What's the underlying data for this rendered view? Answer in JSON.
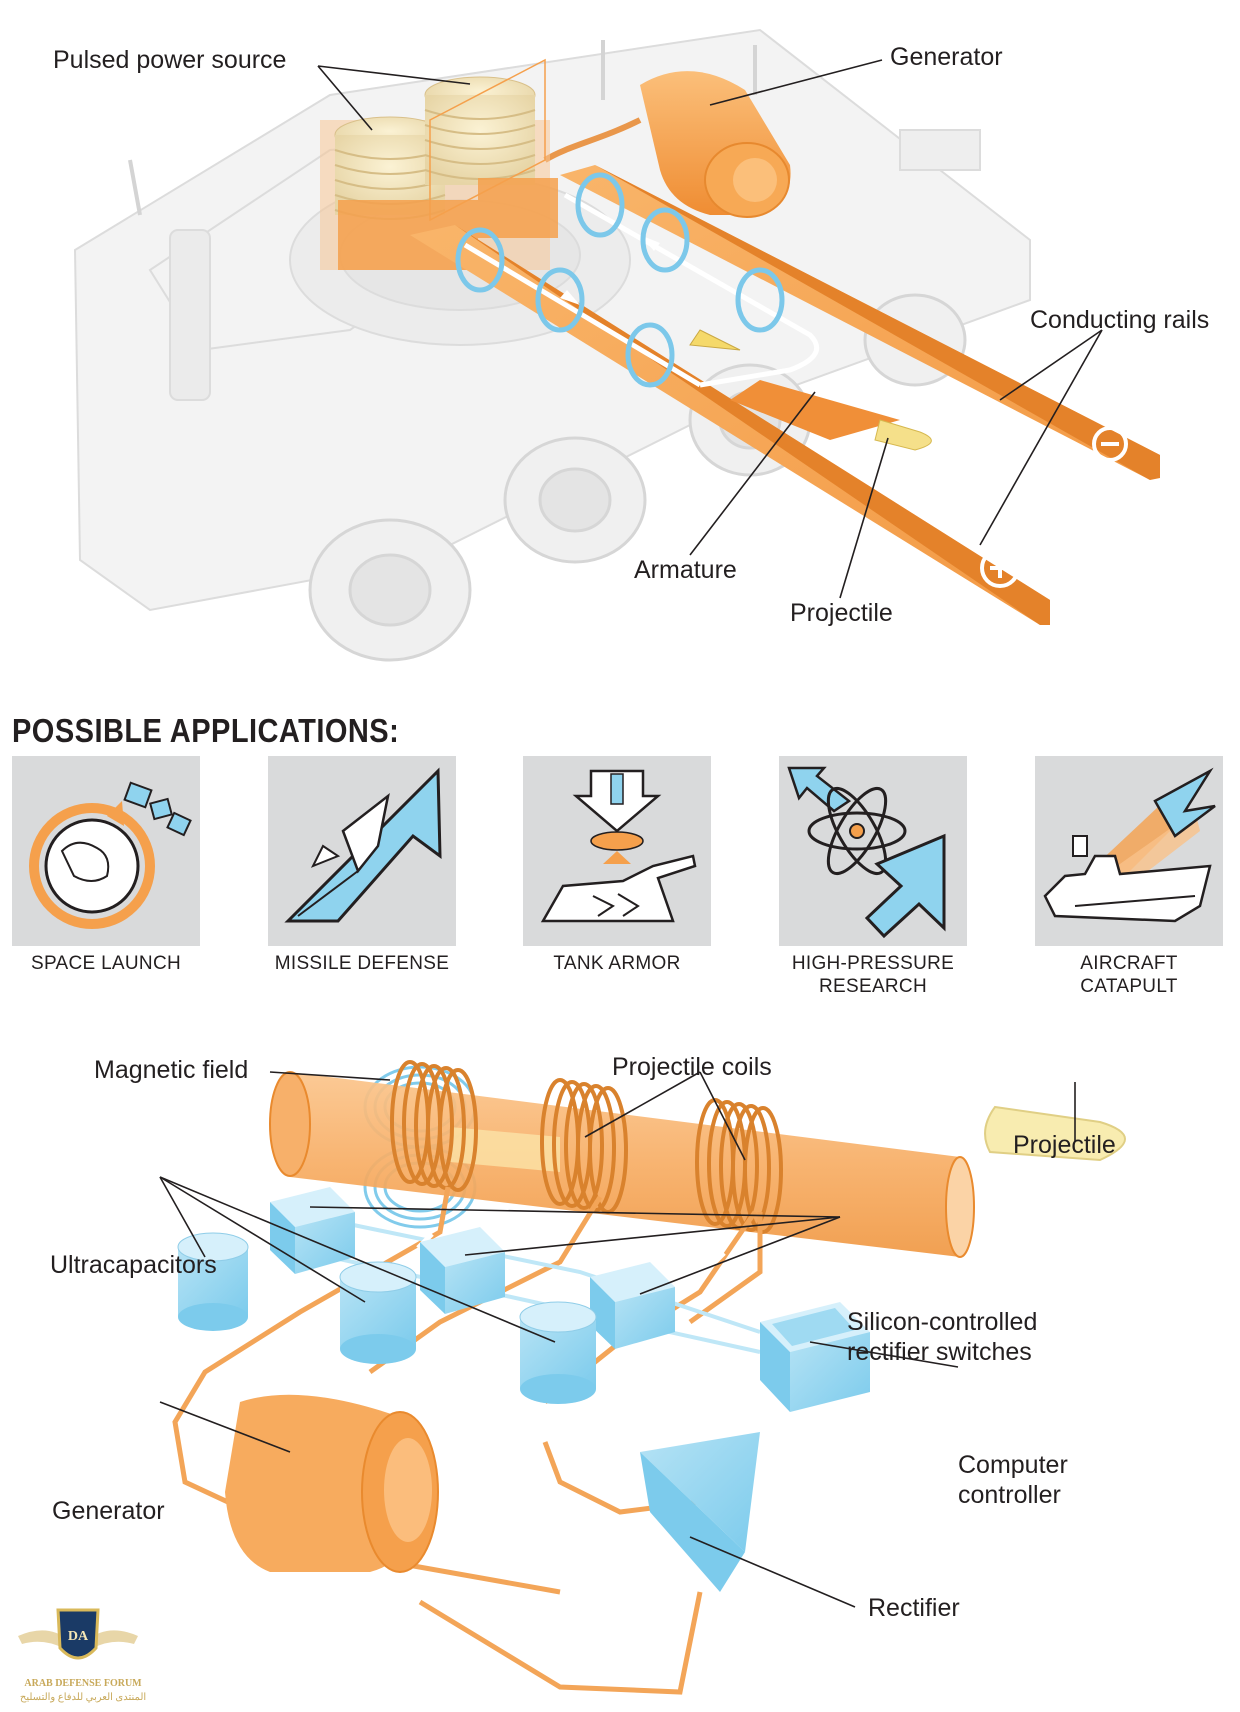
{
  "top_diagram": {
    "labels": {
      "pulsed_power_source": "Pulsed power source",
      "generator": "Generator",
      "conducting_rails": "Conducting rails",
      "armature": "Armature",
      "projectile": "Projectile"
    }
  },
  "applications": {
    "title": "POSSIBLE APPLICATIONS:",
    "items": [
      {
        "label": "SPACE LAUNCH",
        "icon": "space-launch-icon"
      },
      {
        "label": "MISSILE DEFENSE",
        "icon": "missile-defense-icon"
      },
      {
        "label": "TANK ARMOR",
        "icon": "tank-armor-icon"
      },
      {
        "label_line1": "HIGH-PRESSURE",
        "label_line2": "RESEARCH",
        "icon": "high-pressure-research-icon"
      },
      {
        "label_line1": "AIRCRAFT",
        "label_line2": "CATAPULT",
        "icon": "aircraft-catapult-icon"
      }
    ]
  },
  "bottom_diagram": {
    "labels": {
      "magnetic_field": "Magnetic field",
      "projectile_coils": "Projectile coils",
      "projectile": "Projectile",
      "ultracapacitors": "Ultracapacitors",
      "scr_line1": "Silicon-controlled",
      "scr_line2": "rectifier switches",
      "computer_line1": "Computer",
      "computer_line2": "controller",
      "generator": "Generator",
      "rectifier": "Rectifier"
    }
  },
  "watermark": {
    "line1": "ARAB DEFENSE FORUM",
    "line2": "المنتدى العربي للدفاع والتسليح"
  },
  "colors": {
    "orange": "#f6a553",
    "orange_dark": "#e98a2e",
    "blue": "#8fd3ee",
    "blue_dark": "#4fb6df",
    "grey_card": "#d9dadb"
  }
}
